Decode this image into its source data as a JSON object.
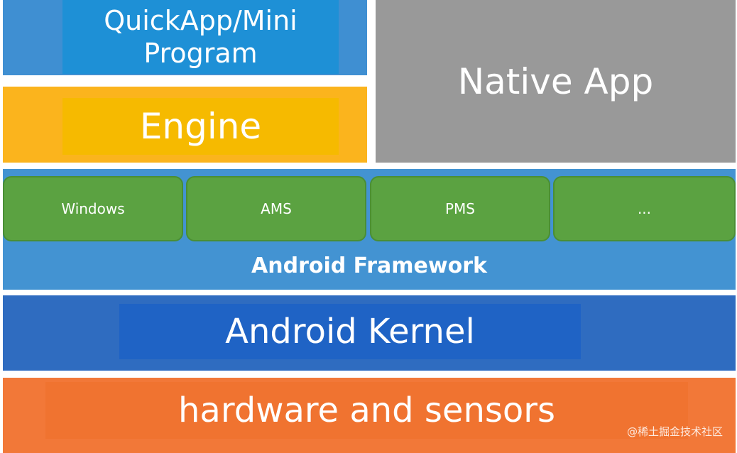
{
  "layers": {
    "quickapp": {
      "label": "QuickApp/Mini Program",
      "fill": "#3f8fd2",
      "accent": "#1e90d6"
    },
    "engine": {
      "label": "Engine",
      "fill": "#fbb41d",
      "accent": "#f6ba00"
    },
    "native_app": {
      "label": "Native App",
      "fill": "#999999"
    },
    "framework": {
      "title": "Android Framework",
      "fill": "#4393d2",
      "services": [
        {
          "label": "Windows"
        },
        {
          "label": "AMS"
        },
        {
          "label": "PMS"
        },
        {
          "label": "..."
        }
      ],
      "service_fill": "#5ba241"
    },
    "kernel": {
      "label": "Android Kernel",
      "fill": "#2f6cc0"
    },
    "hardware": {
      "label": "hardware and sensors",
      "fill": "#f27838"
    }
  },
  "watermark": "@稀土掘金技术社区"
}
